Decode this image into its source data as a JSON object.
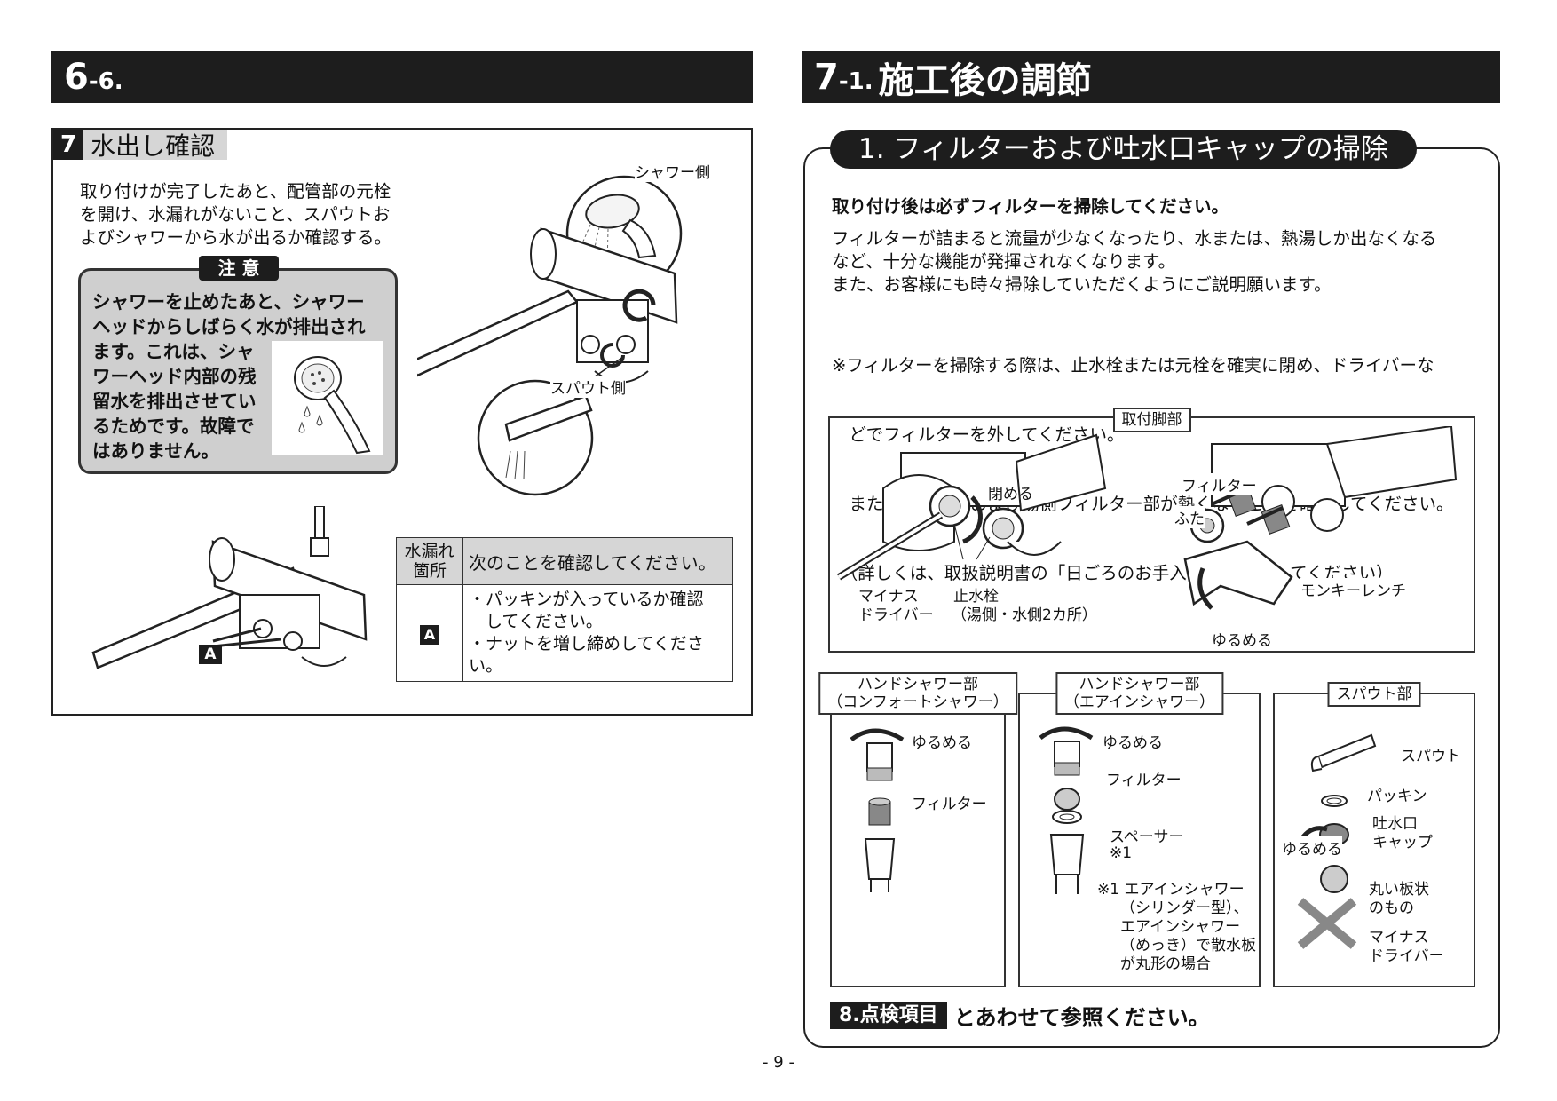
{
  "left": {
    "header": {
      "num": "6",
      "sub": "-6."
    },
    "section": {
      "num": "7",
      "title": "水出し確認",
      "intro": [
        "取り付けが完了したあと、配管部の元栓",
        "を開け、水漏れがないこと、スパウトお",
        "よびシャワーから水が出るか確認する。"
      ],
      "caution_title": "注 意",
      "caution_full": [
        "シャワーを止めたあと、シャワー",
        "ヘッドからしばらく水が排出され"
      ],
      "caution_short": [
        "ます。これは、シャ",
        "ワーヘッド内部の残",
        "留水を排出させてい",
        "るためです。故障で",
        "はありません。"
      ],
      "label_shower": "シャワー側",
      "label_spout": "スパウト側",
      "marker_a": "A"
    },
    "table": {
      "head_left": [
        "水漏れ",
        "箇所"
      ],
      "head_right": "次のことを確認してください。",
      "row_marker": "A",
      "row_items": [
        "・パッキンが入っているか確認",
        "　してください。",
        "・ナットを増し締めしてください。"
      ]
    }
  },
  "right": {
    "header": {
      "num": "7",
      "sub": "-1.",
      "title": "施工後の調節"
    },
    "section_title": "1. フィルターおよび吐水口キャップの掃除",
    "bold_line": "取り付け後は必ずフィルターを掃除してください。",
    "para1": [
      "フィルターが詰まると流量が少なくなったり、水または、熱湯しか出なくなる",
      "など、十分な機能が発揮されなくなります。",
      "また、お客様にも時々掃除していただくようにご説明願います。"
    ],
    "para2": [
      "※フィルターを掃除する際は、止水栓または元栓を確実に閉め、ドライバーな",
      "　どでフィルターを外してください。",
      "　また、水栓左側および湯側フィルター部が熱くないことを確認してください。",
      "　（詳しくは、取扱説明書の「日ごろのお手入れ」を参照してください）"
    ],
    "base_box": {
      "caption": "取付脚部",
      "close": "閉める",
      "driver": [
        "マイナス",
        "ドライバー"
      ],
      "stopcock": [
        "止水栓",
        "（湯側・水側2カ所）"
      ],
      "filter": "フィルター",
      "lid": "ふた",
      "wrench": "モンキーレンチ",
      "loosen": "ゆるめる"
    },
    "box1": {
      "caption": [
        "ハンドシャワー部",
        "（コンフォートシャワー）"
      ],
      "loosen": "ゆるめる",
      "filter": "フィルター"
    },
    "box2": {
      "caption": [
        "ハンドシャワー部",
        "（エアインシャワー）"
      ],
      "loosen": "ゆるめる",
      "filter": "フィルター",
      "spacer": "スペーサー",
      "note_ref": "※1",
      "note": [
        "※1 エアインシャワー",
        "（シリンダー型）、",
        "エアインシャワー",
        "（めっき）で散水板",
        "が丸形の場合"
      ]
    },
    "box3": {
      "caption": "スパウト部",
      "spout": "スパウト",
      "packing": "パッキン",
      "cap": [
        "吐水口",
        "キャップ"
      ],
      "loosen": "ゆるめる",
      "plate": [
        "丸い板状",
        "のもの"
      ],
      "driver": [
        "マイナス",
        "ドライバー"
      ]
    },
    "footer_tag": "8.点検項目",
    "footer_text": "とあわせて参照ください。"
  },
  "page_number": "- 9 -"
}
